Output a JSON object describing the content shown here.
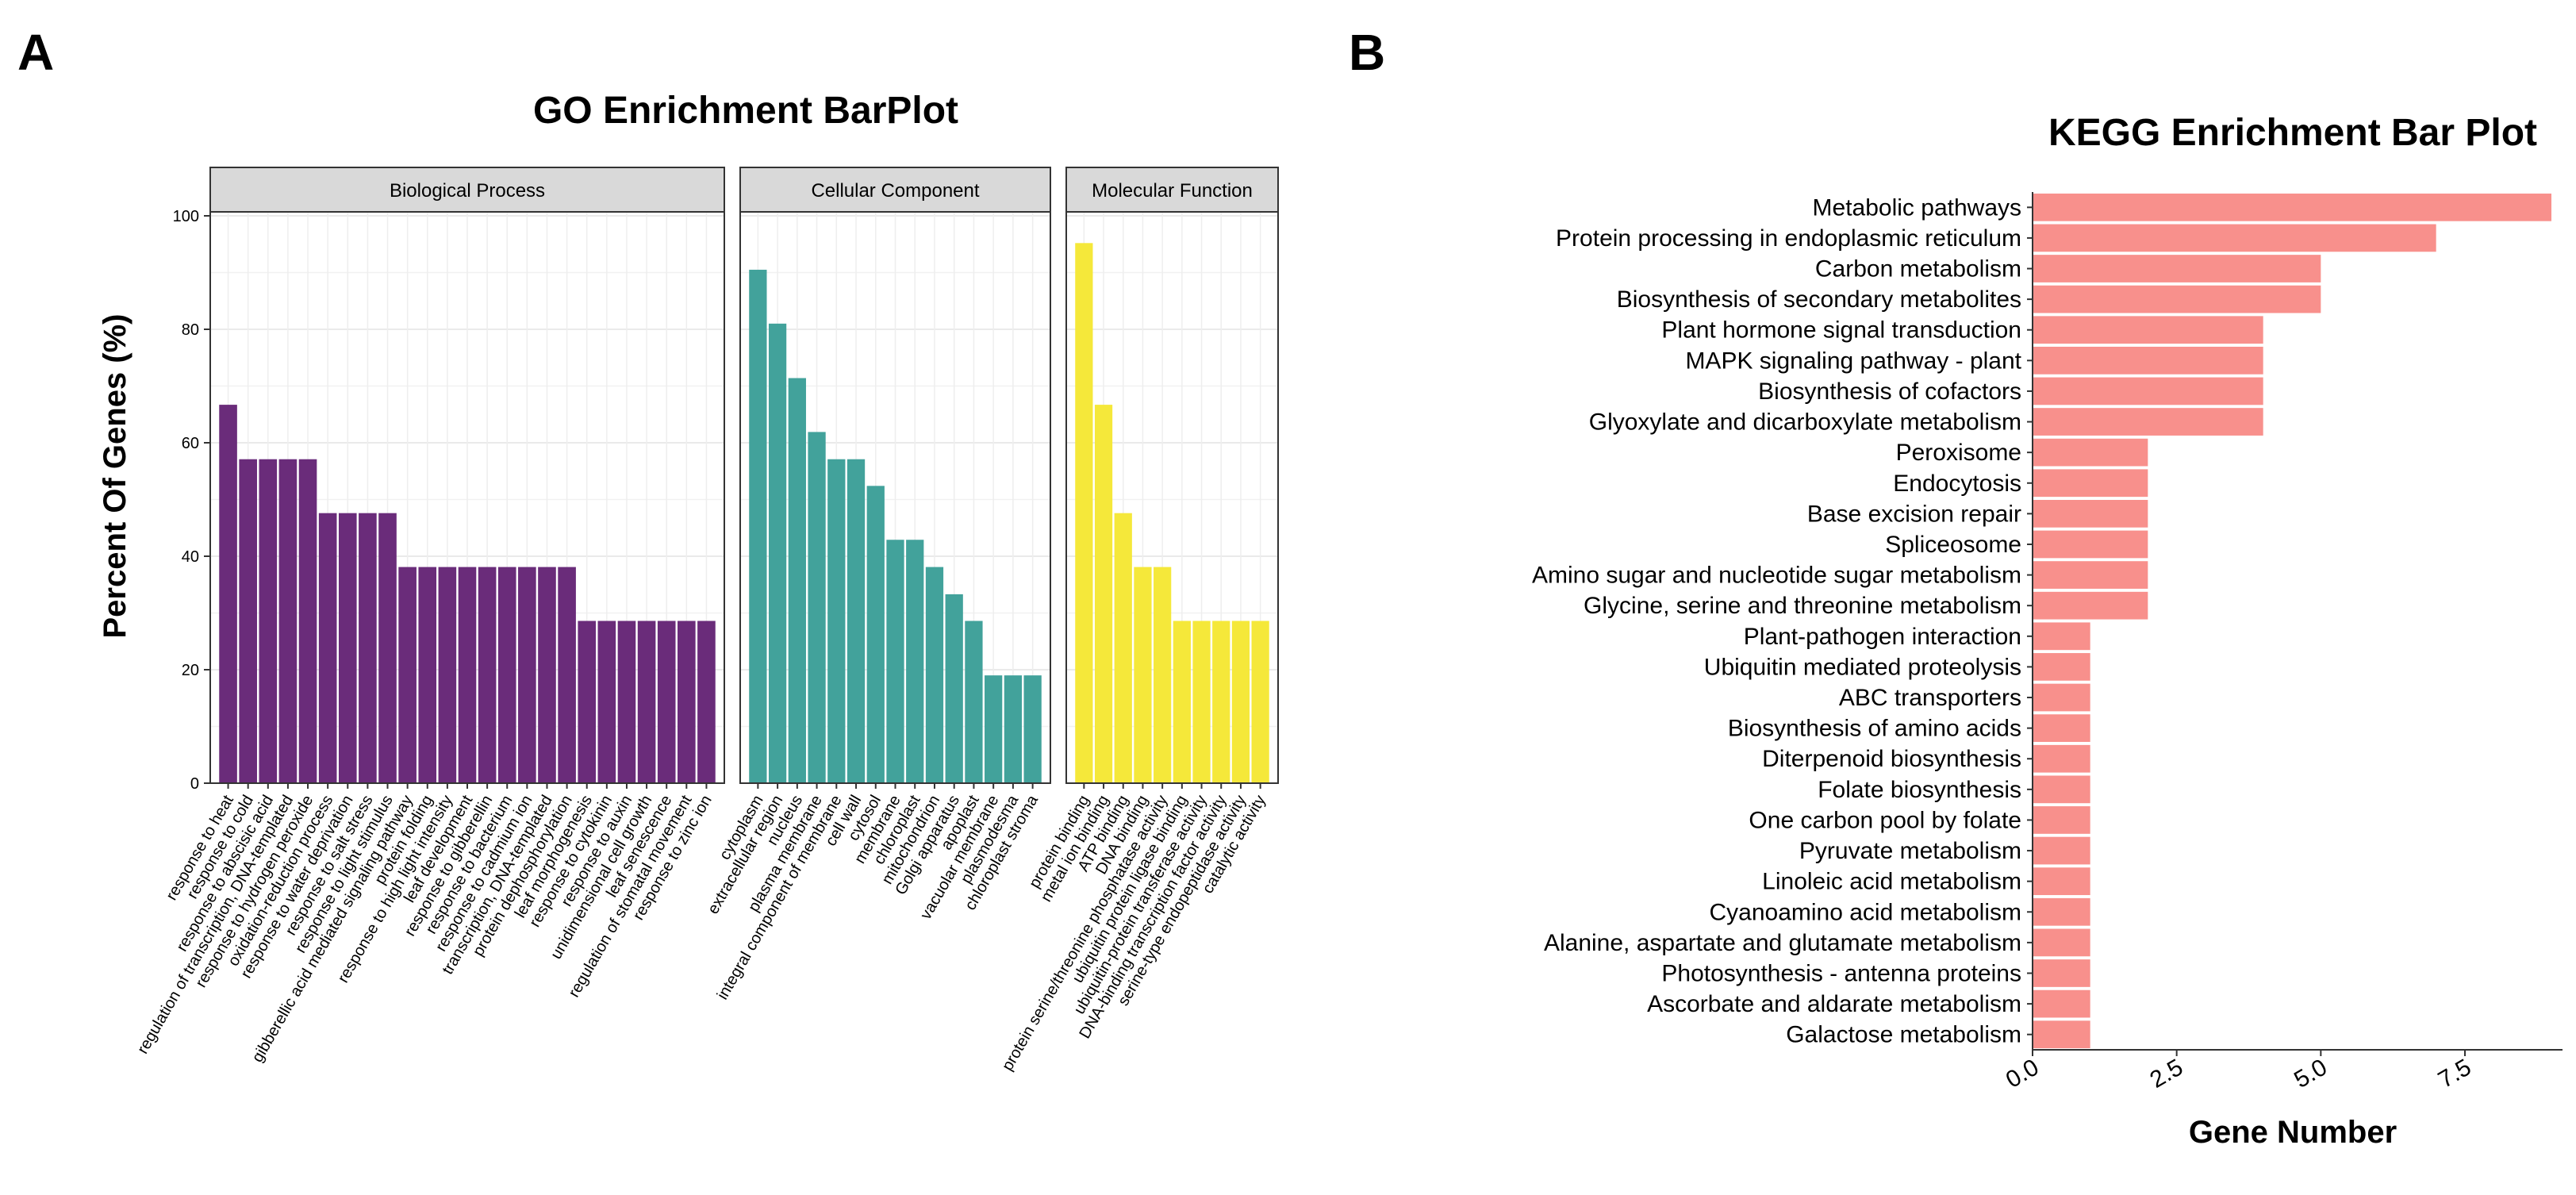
{
  "panel_letters": {
    "a": "A",
    "b": "B"
  },
  "go_chart": {
    "title": "GO Enrichment BarPlot",
    "ylabel": "Percent Of Genes (%)"
  },
  "kegg_chart": {
    "title": "KEGG Enrichment Bar Plot",
    "xlabel": "Gene Number"
  },
  "chart_data": [
    {
      "type": "bar",
      "title": "GO Enrichment BarPlot",
      "xlabel": "",
      "ylabel": "Percent Of Genes (%)",
      "ylim": [
        0,
        100
      ],
      "yticks": [
        0,
        20,
        40,
        60,
        80,
        100
      ],
      "grid": true,
      "facets": [
        {
          "name": "Biological Process",
          "color": "#6a2c7a",
          "categories": [
            "response to heat",
            "response to cold",
            "response to abscisic acid",
            "regulation of transcription, DNA-templated",
            "response to hydrogen peroxide",
            "oxidation-reduction process",
            "response to water deprivation",
            "response to salt stress",
            "response to light stimulus",
            "gibberellic acid mediated signaling pathway",
            "protein folding",
            "response to high light intensity",
            "leaf development",
            "response to gibberellin",
            "response to bacterium",
            "response to cadmium ion",
            "transcription, DNA-templated",
            "protein dephosphorylation",
            "leaf morphogenesis",
            "response to cytokinin",
            "response to auxin",
            "unidimensional cell growth",
            "leaf senescence",
            "regulation of stomatal movement",
            "response to zinc ion"
          ],
          "values": [
            66.7,
            57.1,
            57.1,
            57.1,
            57.1,
            47.6,
            47.6,
            47.6,
            47.6,
            38.1,
            38.1,
            38.1,
            38.1,
            38.1,
            38.1,
            38.1,
            38.1,
            38.1,
            28.6,
            28.6,
            28.6,
            28.6,
            28.6,
            28.6,
            28.6
          ]
        },
        {
          "name": "Cellular Component",
          "color": "#42a29b",
          "categories": [
            "cytoplasm",
            "extracellular region",
            "nucleus",
            "plasma membrane",
            "integral component of membrane",
            "cell wall",
            "cytosol",
            "membrane",
            "chloroplast",
            "mitochondrion",
            "Golgi apparatus",
            "apoplast",
            "vacuolar membrane",
            "plasmodesma",
            "chloroplast stroma"
          ],
          "values": [
            90.5,
            81.0,
            71.4,
            61.9,
            57.1,
            57.1,
            52.4,
            42.9,
            42.9,
            38.1,
            33.3,
            28.6,
            19.0,
            19.0,
            19.0
          ]
        },
        {
          "name": "Molecular Function",
          "color": "#f5e83a",
          "categories": [
            "protein binding",
            "metal ion binding",
            "ATP binding",
            "DNA binding",
            "protein serine/threonine phosphatase activity",
            "ubiquitin protein ligase binding",
            "ubiquitin-protein transferase activity",
            "DNA-binding transcription factor activity",
            "serine-type endopeptidase activity",
            "catalytic activity"
          ],
          "values": [
            95.2,
            66.7,
            47.6,
            38.1,
            38.1,
            28.6,
            28.6,
            28.6,
            28.6,
            28.6
          ]
        }
      ]
    },
    {
      "type": "bar",
      "orientation": "horizontal",
      "title": "KEGG Enrichment Bar Plot",
      "xlabel": "Gene Number",
      "ylabel": "",
      "xlim": [
        0,
        9
      ],
      "xticks": [
        0.0,
        2.5,
        5.0,
        7.5
      ],
      "xtick_labels": [
        "0.0",
        "2.5",
        "5.0",
        "7.5"
      ],
      "color": "#f8908c",
      "grid": false,
      "categories": [
        "Metabolic pathways",
        "Protein processing in endoplasmic reticulum",
        "Carbon metabolism",
        "Biosynthesis of secondary metabolites",
        "Plant hormone signal transduction",
        "MAPK signaling pathway - plant",
        "Biosynthesis of cofactors",
        "Glyoxylate and dicarboxylate metabolism",
        "Peroxisome",
        "Endocytosis",
        "Base excision repair",
        "Spliceosome",
        "Amino sugar and nucleotide sugar metabolism",
        "Glycine, serine and threonine metabolism",
        "Plant-pathogen interaction",
        "Ubiquitin mediated proteolysis",
        "ABC transporters",
        "Biosynthesis of amino acids",
        "Diterpenoid biosynthesis",
        "Folate biosynthesis",
        "One carbon pool by folate",
        "Pyruvate metabolism",
        "Linoleic acid metabolism",
        "Cyanoamino acid metabolism",
        "Alanine, aspartate and glutamate metabolism",
        "Photosynthesis - antenna proteins",
        "Ascorbate and aldarate metabolism",
        "Galactose metabolism"
      ],
      "values": [
        9,
        7,
        5,
        5,
        4,
        4,
        4,
        4,
        2,
        2,
        2,
        2,
        2,
        2,
        1,
        1,
        1,
        1,
        1,
        1,
        1,
        1,
        1,
        1,
        1,
        1,
        1,
        1
      ]
    }
  ]
}
